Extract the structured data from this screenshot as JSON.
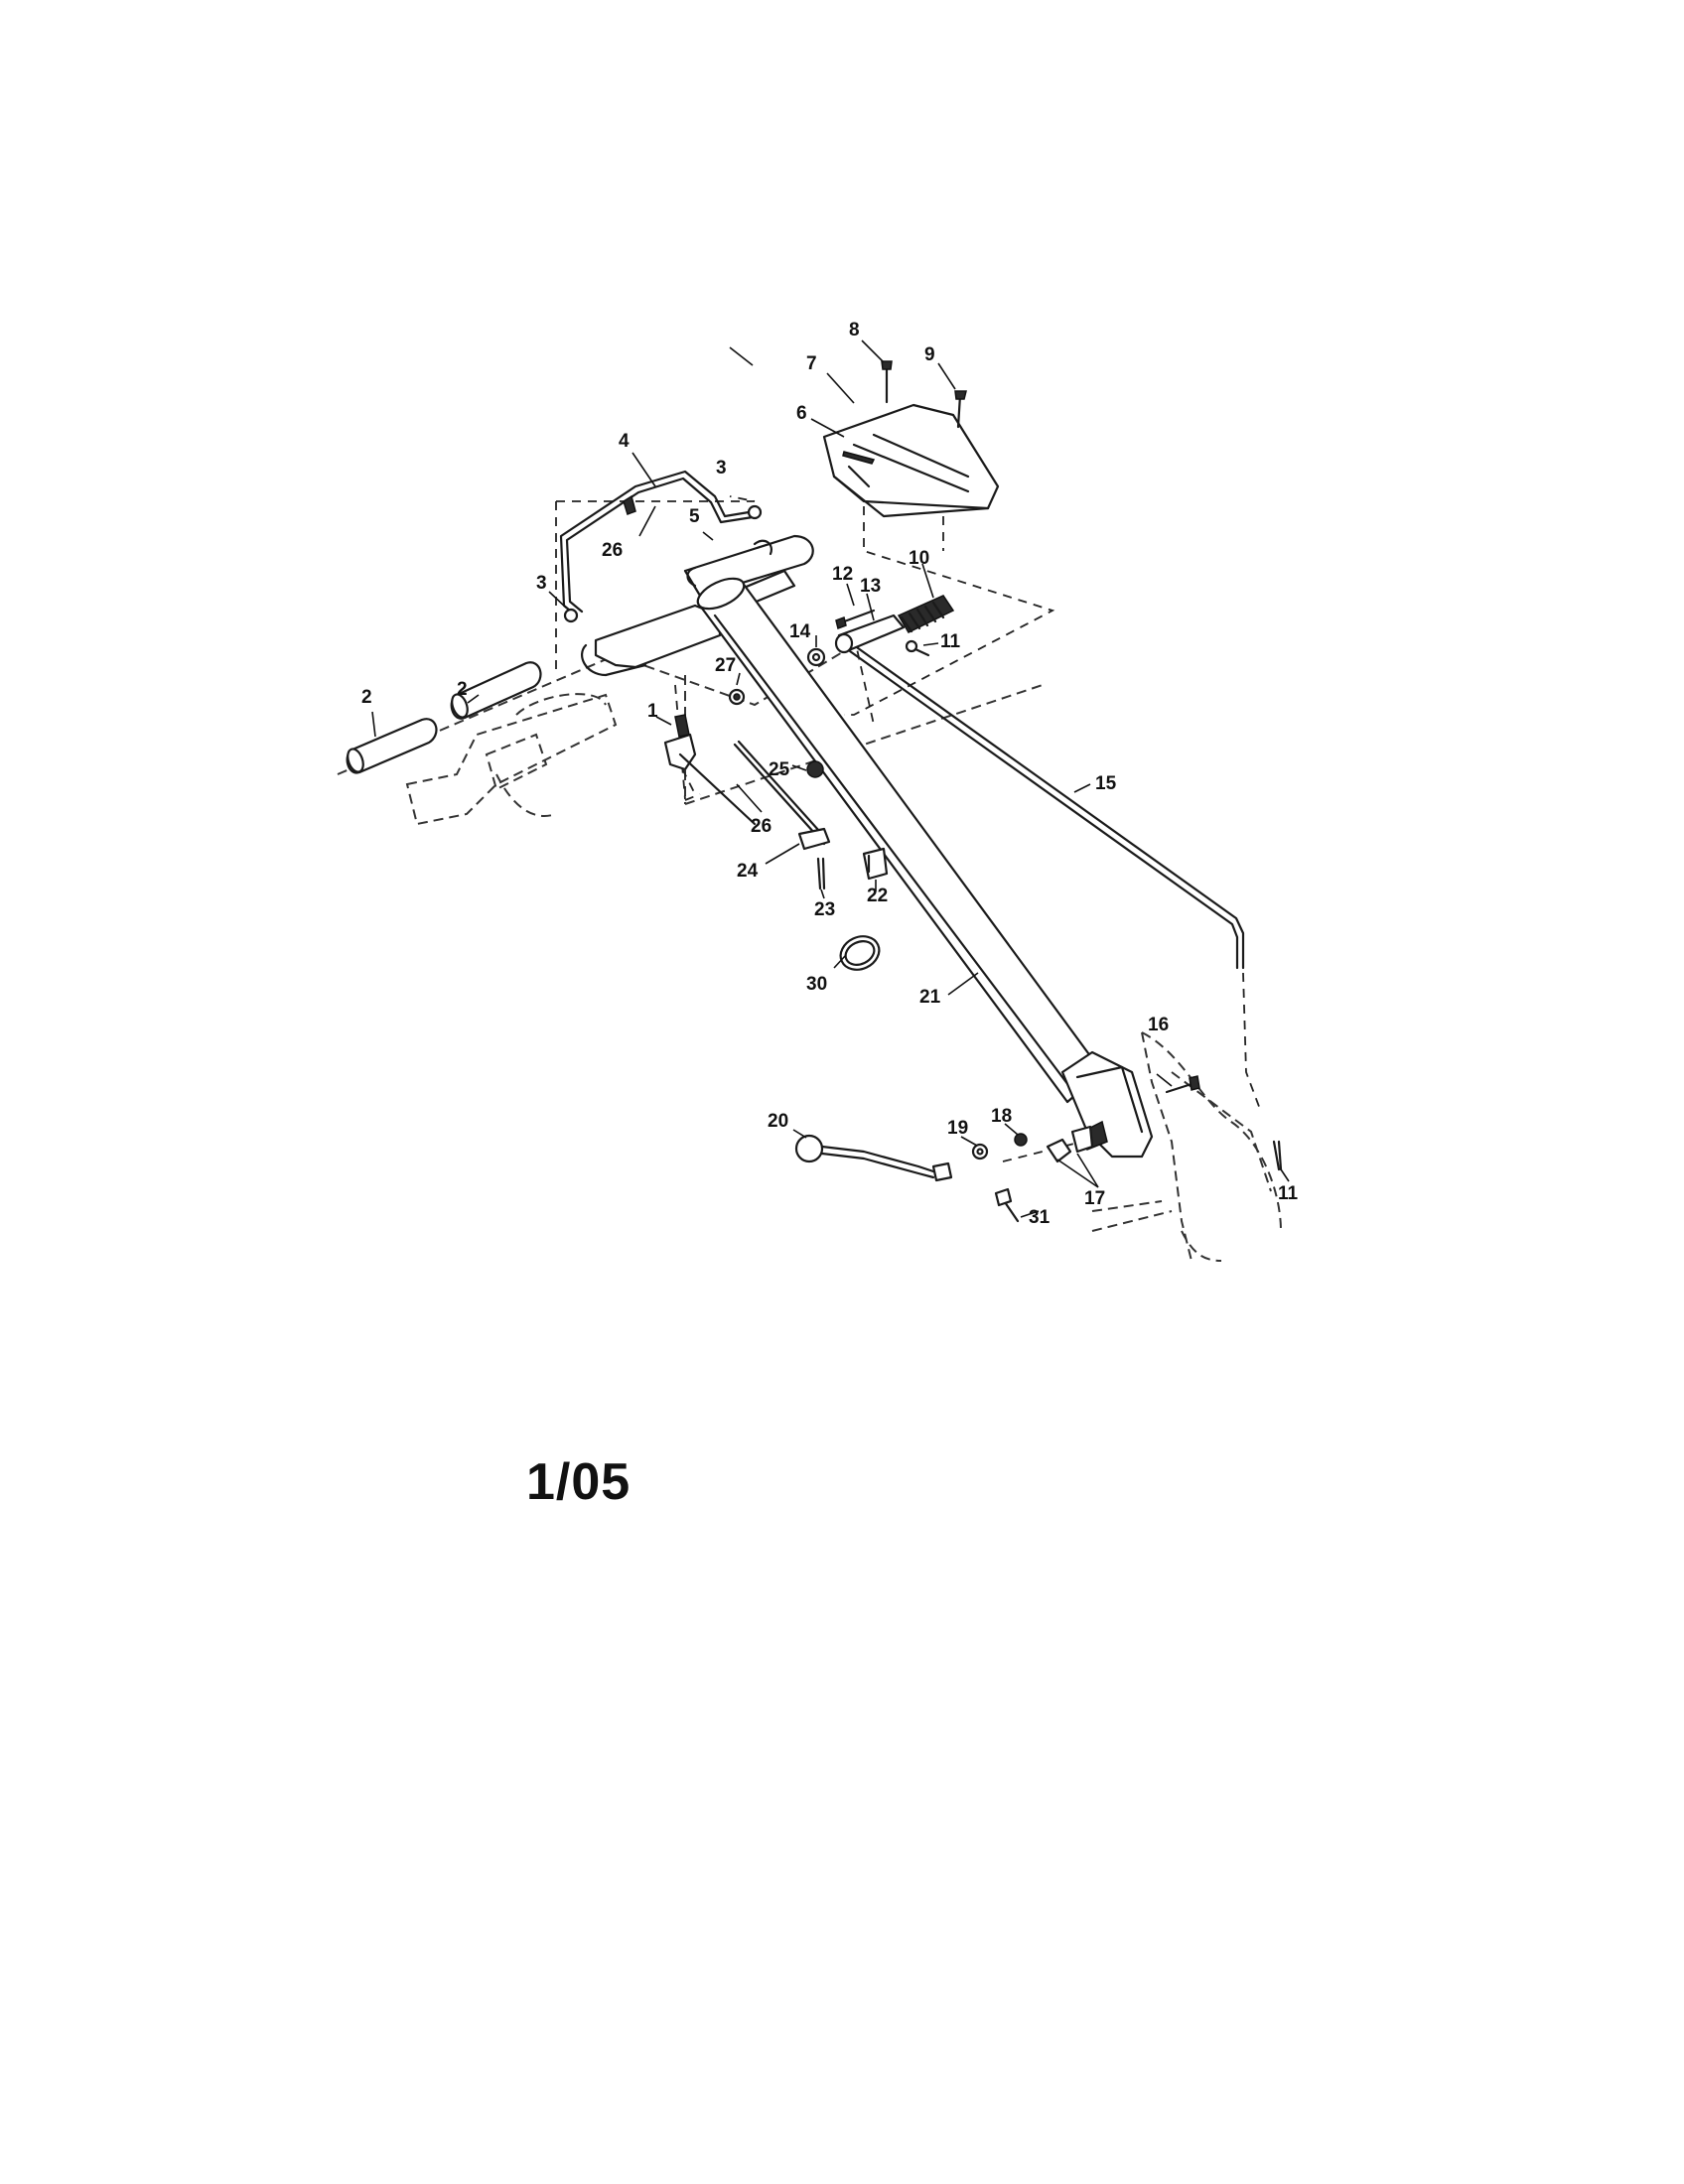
{
  "diagram": {
    "callouts": [
      {
        "id": "c1",
        "text": "1"
      },
      {
        "id": "c2a",
        "text": "2"
      },
      {
        "id": "c2b",
        "text": "2"
      },
      {
        "id": "c3a",
        "text": "3"
      },
      {
        "id": "c3b",
        "text": "3"
      },
      {
        "id": "c4",
        "text": "4"
      },
      {
        "id": "c5",
        "text": "5"
      },
      {
        "id": "c6",
        "text": "6"
      },
      {
        "id": "c7",
        "text": "7"
      },
      {
        "id": "c8",
        "text": "8"
      },
      {
        "id": "c9",
        "text": "9"
      },
      {
        "id": "c10",
        "text": "10"
      },
      {
        "id": "c11a",
        "text": "11"
      },
      {
        "id": "c11b",
        "text": "11"
      },
      {
        "id": "c12",
        "text": "12"
      },
      {
        "id": "c13",
        "text": "13"
      },
      {
        "id": "c14",
        "text": "14"
      },
      {
        "id": "c15",
        "text": "15"
      },
      {
        "id": "c16",
        "text": "16"
      },
      {
        "id": "c17",
        "text": "17"
      },
      {
        "id": "c18",
        "text": "18"
      },
      {
        "id": "c19",
        "text": "19"
      },
      {
        "id": "c20",
        "text": "20"
      },
      {
        "id": "c21",
        "text": "21"
      },
      {
        "id": "c22",
        "text": "22"
      },
      {
        "id": "c23",
        "text": "23"
      },
      {
        "id": "c24",
        "text": "24"
      },
      {
        "id": "c25",
        "text": "25"
      },
      {
        "id": "c26a",
        "text": "26"
      },
      {
        "id": "c26b",
        "text": "26"
      },
      {
        "id": "c27",
        "text": "27"
      },
      {
        "id": "c30",
        "text": "30"
      },
      {
        "id": "c31",
        "text": "31"
      }
    ],
    "page_code": "1/05"
  }
}
